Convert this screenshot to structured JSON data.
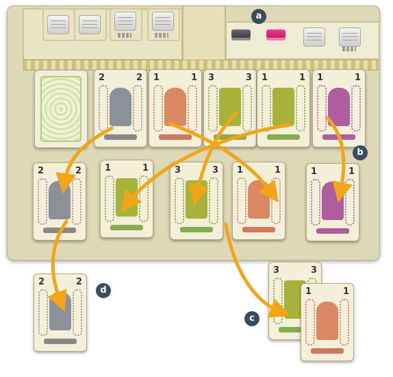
{
  "colors": {
    "arrow": "#f2a516",
    "badge": "#3b4d5c",
    "board": "#ddd9b6"
  },
  "markers": {
    "a": "a",
    "b": "b",
    "c": "c",
    "d": "d"
  },
  "tokens": [
    "dark-cube-token",
    "pink-cube-token"
  ],
  "cards": {
    "row1": [
      {
        "name": "card-back",
        "type": "back"
      },
      {
        "name": "grey-cloak-card",
        "left": "2",
        "right": "2",
        "type": "grey"
      },
      {
        "name": "red-jester-card",
        "left": "1",
        "right": "1",
        "type": "red"
      },
      {
        "name": "green-crate-card",
        "left": "3",
        "right": "3",
        "type": "green"
      },
      {
        "name": "green-crate-card-2",
        "left": "1",
        "right": "1",
        "type": "green"
      },
      {
        "name": "pink-dancer-card",
        "left": "1",
        "right": "1",
        "type": "pink"
      }
    ],
    "row2": [
      {
        "name": "grey-cloak-card",
        "left": "2",
        "right": "2",
        "type": "grey"
      },
      {
        "name": "green-crate-card",
        "left": "1",
        "right": "1",
        "type": "green"
      },
      {
        "name": "green-crate-card",
        "left": "3",
        "right": "3",
        "type": "green"
      },
      {
        "name": "red-jester-card",
        "left": "1",
        "right": "1",
        "type": "red"
      },
      {
        "name": "pink-dancer-card",
        "left": "1",
        "right": "1",
        "type": "pink"
      }
    ],
    "taken_d": {
      "left": "2",
      "right": "2",
      "type": "grey"
    },
    "taken_c": [
      {
        "left": "3",
        "right": "3",
        "type": "green"
      },
      {
        "left": "1",
        "right": "1",
        "type": "red"
      }
    ]
  }
}
